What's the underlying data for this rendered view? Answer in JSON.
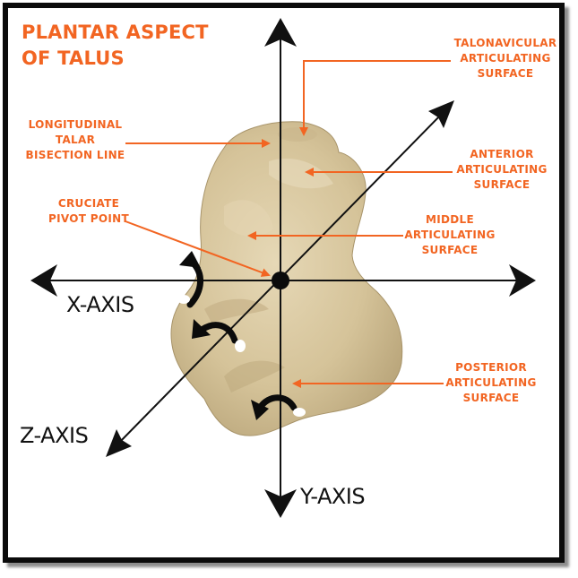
{
  "title": {
    "line1": "PLANTAR ASPECT",
    "line2": "OF TALUS"
  },
  "labels": {
    "talonavicular": {
      "l1": "TALONAVICULAR",
      "l2": "ARTICULATING",
      "l3": "SURFACE"
    },
    "longitudinal": {
      "l1": "LONGITUDINAL",
      "l2": "TALAR",
      "l3": "BISECTION LINE"
    },
    "anterior": {
      "l1": "ANTERIOR",
      "l2": "ARTICULATING",
      "l3": "SURFACE"
    },
    "cruciate": {
      "l1": "CRUCIATE",
      "l2": "PIVOT POINT"
    },
    "middle": {
      "l1": "MIDDLE",
      "l2": "ARTICULATING",
      "l3": "SURFACE"
    },
    "posterior": {
      "l1": "POSTERIOR",
      "l2": "ARTICULATING",
      "l3": "SURFACE"
    }
  },
  "axes": {
    "x": "X-AXIS",
    "y": "Y-AXIS",
    "z": "Z-AXIS"
  },
  "colors": {
    "label": "#f26522",
    "bone": "#d8c7a0",
    "axis": "#111111",
    "frame": "#0b0b0b"
  }
}
